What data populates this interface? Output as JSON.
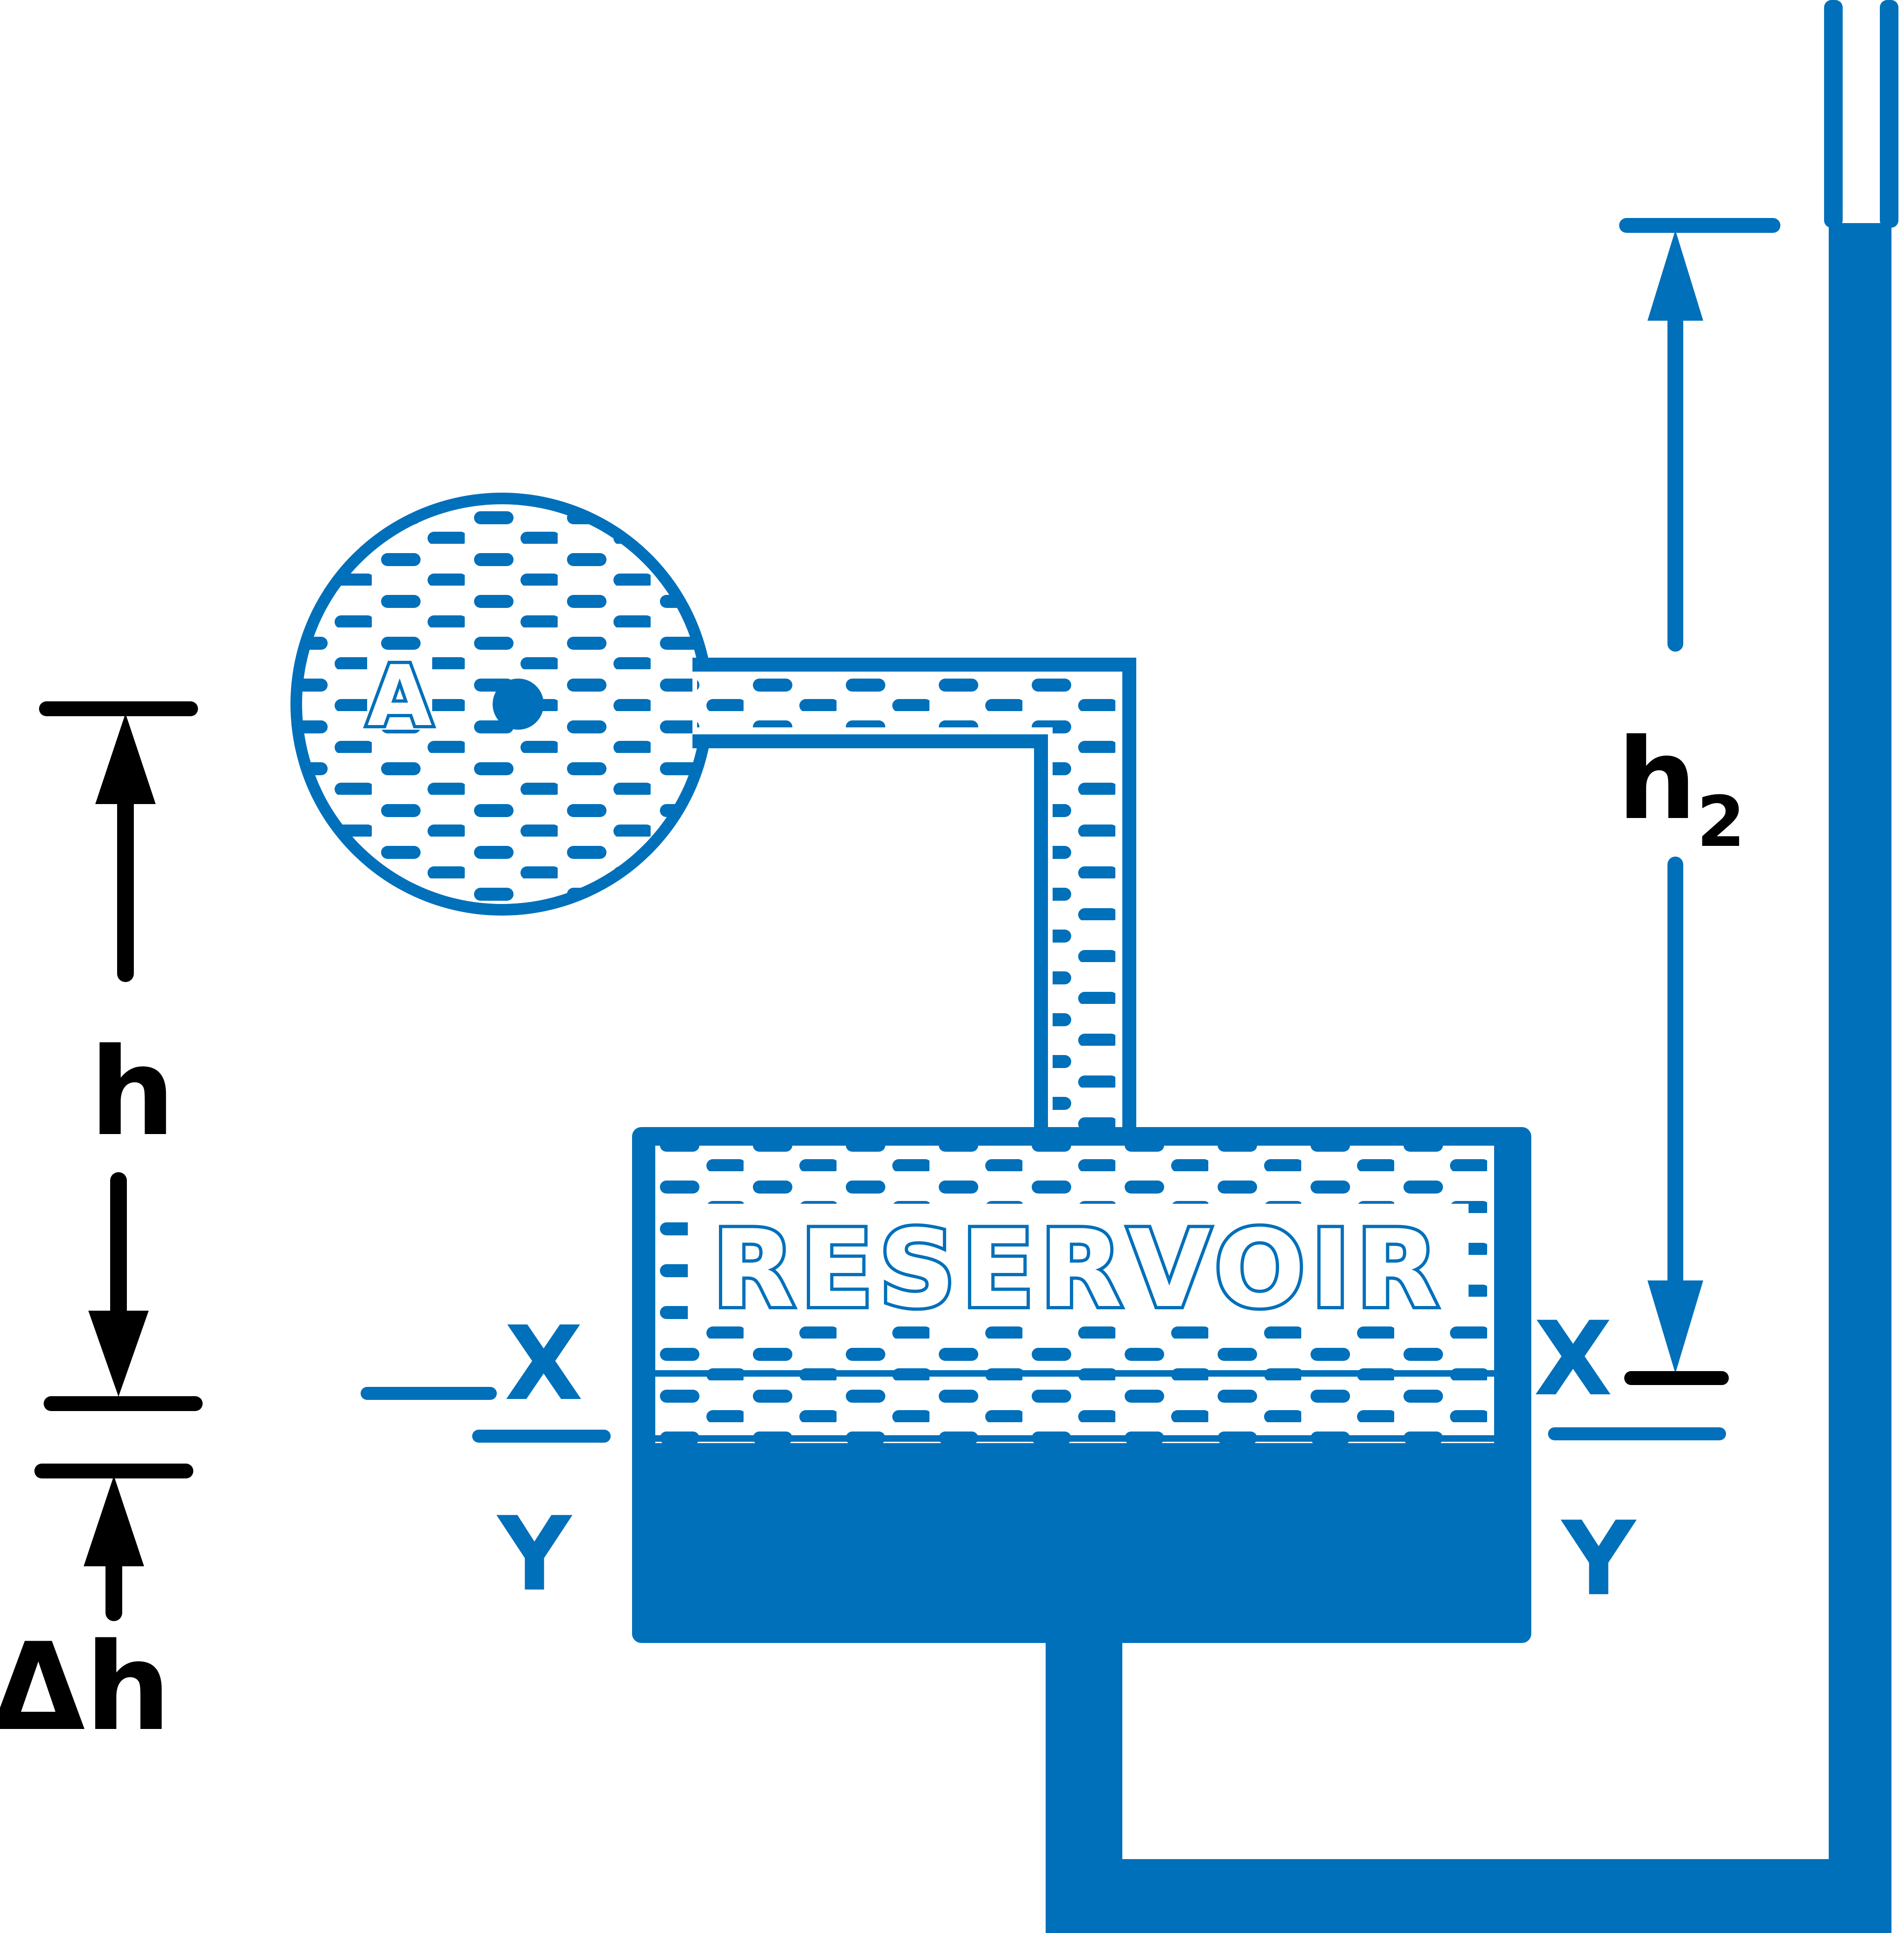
{
  "diagram": {
    "colors": {
      "fluid": "#0070BB",
      "dimension": "#000000",
      "background": "#ffffff"
    },
    "labels": {
      "bulb": "A",
      "reservoir": "RESERVOIR",
      "height_left": "h",
      "height_delta": "Δh",
      "height_right_base": "h",
      "height_right_sub": "2",
      "level_x_left": "X",
      "level_y_left": "Y",
      "level_x_right": "X",
      "level_y_right": "Y"
    }
  }
}
